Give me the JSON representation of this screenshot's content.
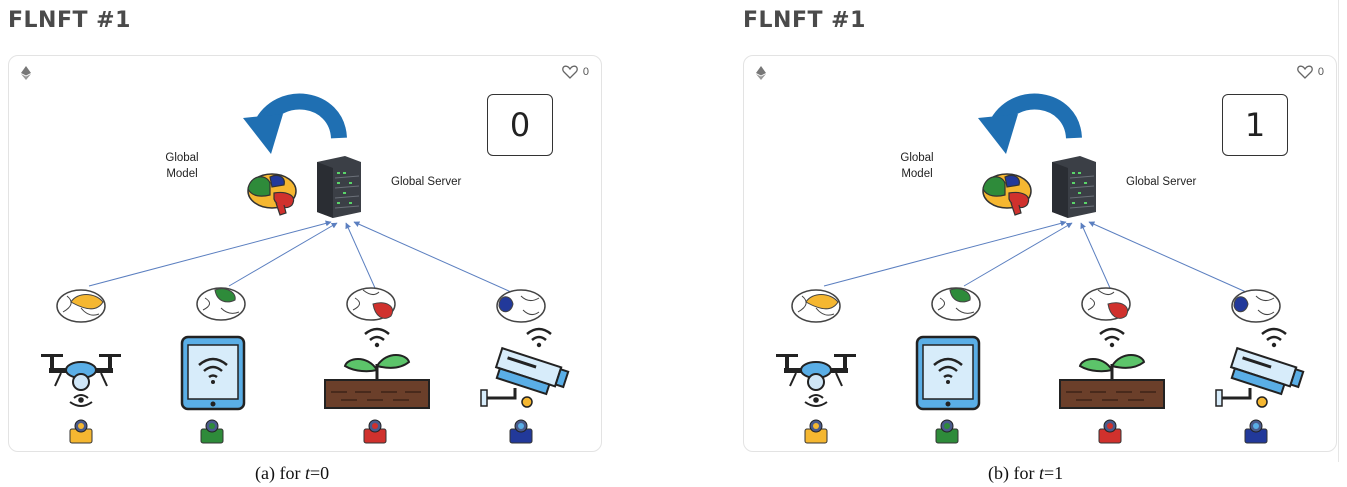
{
  "panels": [
    {
      "title": "FLNFT #1",
      "likes": "0",
      "counter": "0",
      "global_model_label": "Global\nModel",
      "global_server_label": "Global Server",
      "caption_prefix": "(a) for ",
      "caption_var": "t",
      "caption_value": "=0"
    },
    {
      "title": "FLNFT #1",
      "likes": "0",
      "counter": "1",
      "global_model_label": "Global\nModel",
      "global_server_label": "Global Server",
      "caption_prefix": "(b) for ",
      "caption_var": "t",
      "caption_value": "=1"
    }
  ],
  "icons": [
    "ethereum-icon",
    "heart-icon",
    "refresh-arrow-icon",
    "brain-icon",
    "server-icon",
    "drone-icon",
    "tablet-icon",
    "plant-icon",
    "camera-icon",
    "wallet-icon",
    "wifi-icon"
  ],
  "colors": {
    "arrow_blue": "#1f6fb2",
    "edge_blue": "#5b7fc0",
    "yellow": "#f5b731",
    "green": "#2e8b3a",
    "red": "#d0312d",
    "navy": "#22399a",
    "tablet_blue": "#5aaee6",
    "soil": "#6b3f2a"
  }
}
